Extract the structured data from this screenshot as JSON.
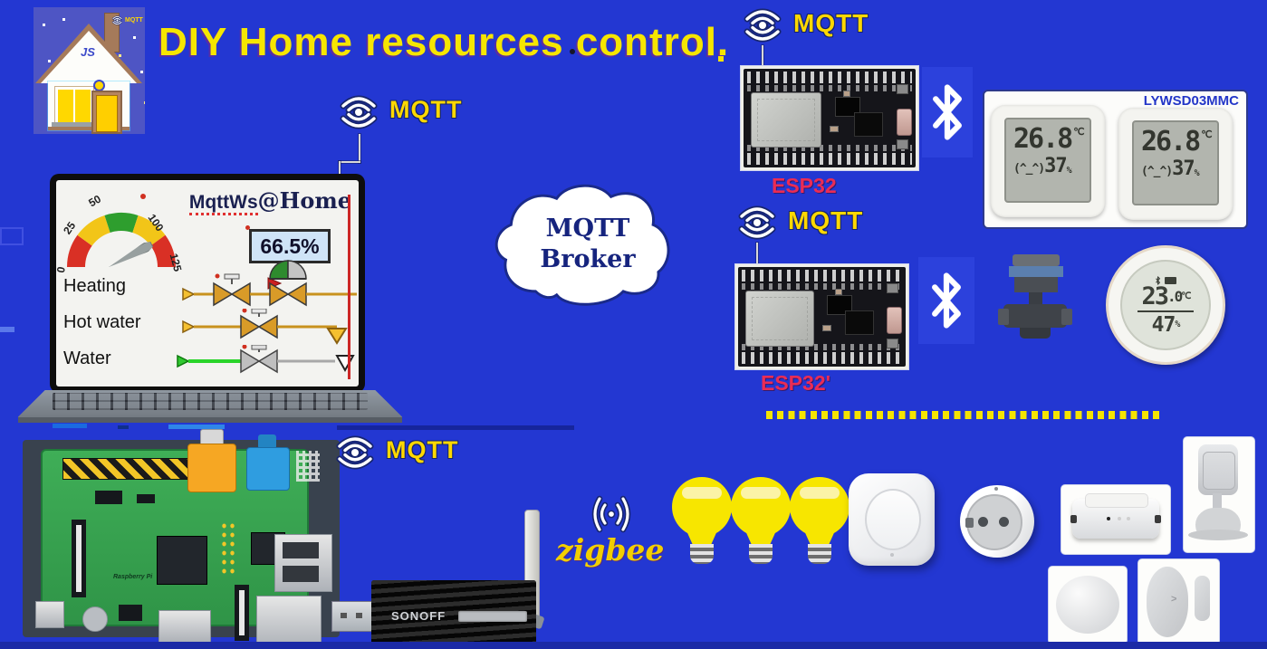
{
  "title": "DIY Home resources control.",
  "labels": {
    "mqtt": "MQTT"
  },
  "house": {
    "initials": "JS",
    "mqtt": "MQTT"
  },
  "laptop": {
    "app_title": {
      "main": "MqttWs",
      "suffix": "@Home"
    },
    "gauge": {
      "ticks": [
        "0",
        "25",
        "50",
        "100",
        "125"
      ],
      "value": "66.5%"
    },
    "rows": [
      {
        "label": "Heating"
      },
      {
        "label": "Hot water"
      },
      {
        "label": "Water"
      }
    ]
  },
  "broker": {
    "line1": "MQTT",
    "line2": "Broker"
  },
  "esp32": {
    "top_label": "ESP32",
    "bottom_label": "ESP32'"
  },
  "ble_sensors": {
    "model": "LYWSD03MMC",
    "square": {
      "temp": "26.8",
      "unit": "℃",
      "face": "(^_^)",
      "humidity": "37",
      "hum_unit": "%"
    },
    "round": {
      "temp": "23",
      "temp_decimal": ".0",
      "unit": "℃",
      "humidity": "47",
      "hum_unit": "%"
    }
  },
  "zigbee": {
    "label": "zigbee"
  },
  "dongle": {
    "brand": "SONOFF"
  },
  "rpi": {
    "brand": "Raspberry Pi"
  },
  "colors": {
    "background": "#2337d2",
    "title_yellow": "#f6e600",
    "mqtt_yellow": "#ffd800",
    "esp32_label_red": "#ea2c55",
    "navy": "#16247e",
    "gauge_red": "#d93025",
    "gauge_yellow": "#f2c518",
    "gauge_green": "#2e9e2e",
    "pipe_orange": "#c8921e",
    "pipe_green": "#2ad42a"
  }
}
